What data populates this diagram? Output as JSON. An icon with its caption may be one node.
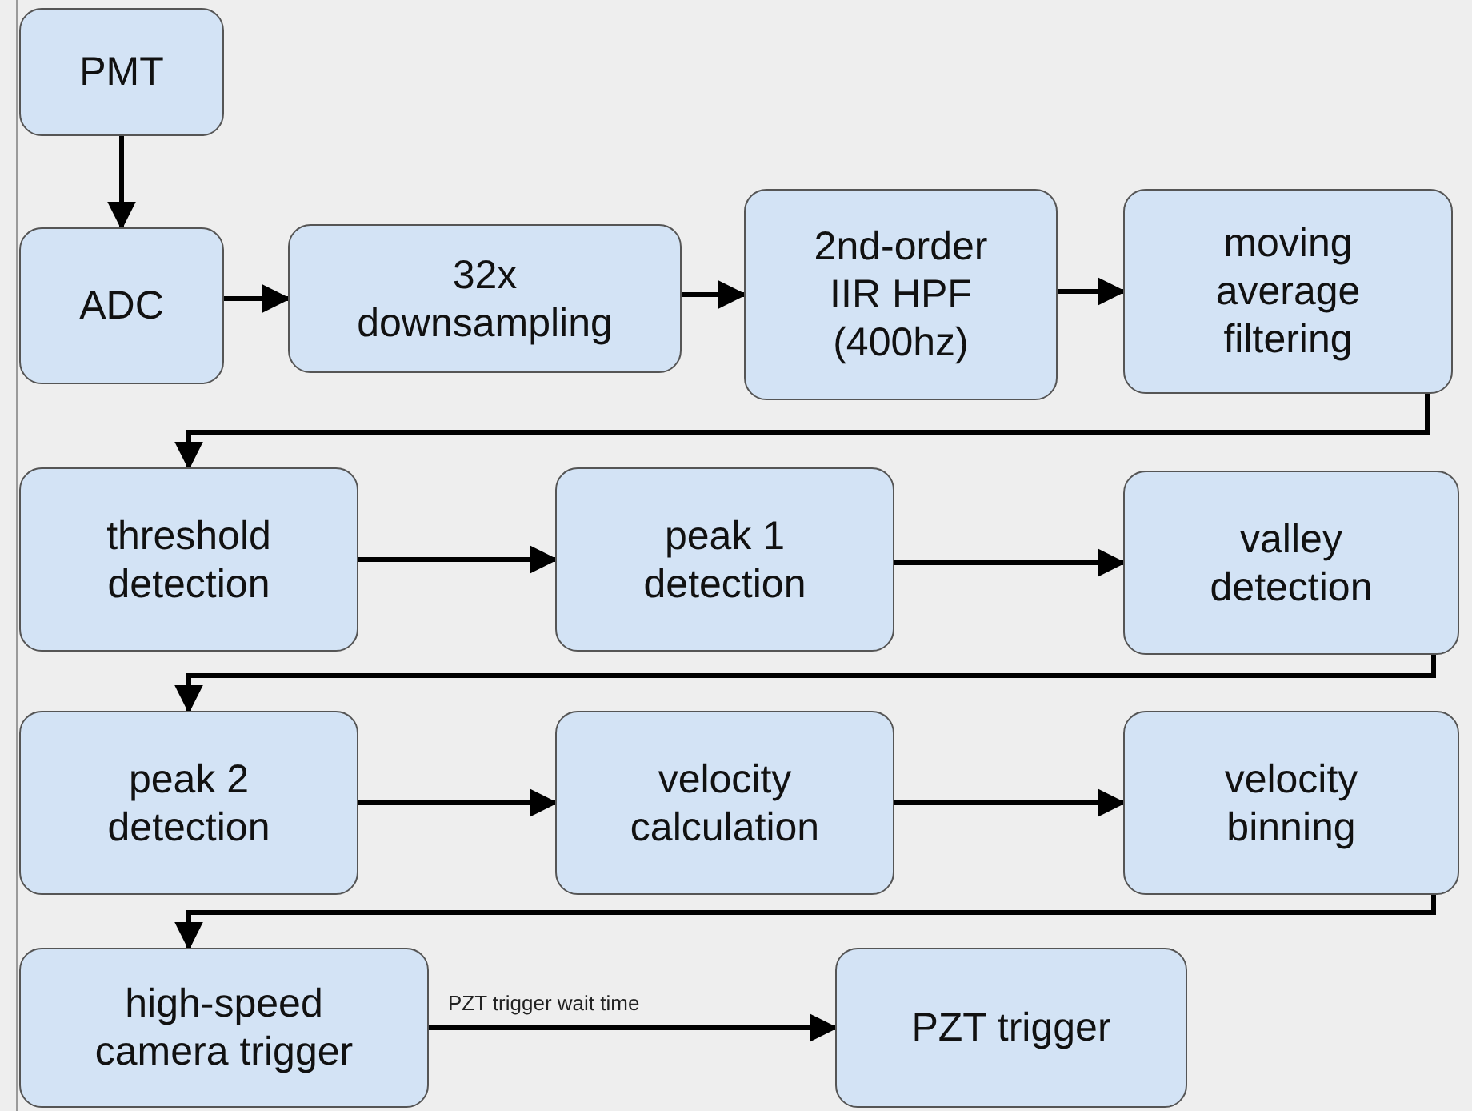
{
  "diagram": {
    "nodes": [
      {
        "text": [
          "PMT"
        ]
      },
      {
        "text": [
          "ADC"
        ]
      },
      {
        "text": [
          "32x downsampling"
        ]
      },
      {
        "text": [
          "2nd-order IIR HPF (400hz)"
        ]
      },
      {
        "text": [
          "moving average filtering"
        ]
      },
      {
        "text": [
          "threshold detection"
        ]
      },
      {
        "text": [
          "peak 1 detection"
        ]
      },
      {
        "text": [
          "valley detection"
        ]
      },
      {
        "text": [
          "peak 2 detection"
        ]
      },
      {
        "text": [
          "velocity calculation"
        ]
      },
      {
        "text": [
          "velocity binning"
        ]
      },
      {
        "text": [
          "high-speed camera trigger"
        ]
      },
      {
        "text": [
          "PZT trigger"
        ]
      }
    ],
    "edges": [
      {
        "from": 0,
        "to": 1,
        "arrow": "to"
      },
      {
        "from": 1,
        "to": 2,
        "arrow": "to"
      },
      {
        "from": 2,
        "to": 3,
        "arrow": "to"
      },
      {
        "from": 3,
        "to": 4,
        "arrow": "to"
      },
      {
        "from": 4,
        "to": 5,
        "arrow": "to"
      },
      {
        "from": 5,
        "to": 6,
        "arrow": "to"
      },
      {
        "from": 6,
        "to": 7,
        "arrow": "to"
      },
      {
        "from": 7,
        "to": 8,
        "arrow": "to"
      },
      {
        "from": 8,
        "to": 9,
        "arrow": "to"
      },
      {
        "from": 9,
        "to": 10,
        "arrow": "to"
      },
      {
        "from": 10,
        "to": 11,
        "arrow": "to"
      },
      {
        "from": 11,
        "to": 12,
        "arrow": "to",
        "label": "PZT trigger wait time"
      }
    ]
  }
}
